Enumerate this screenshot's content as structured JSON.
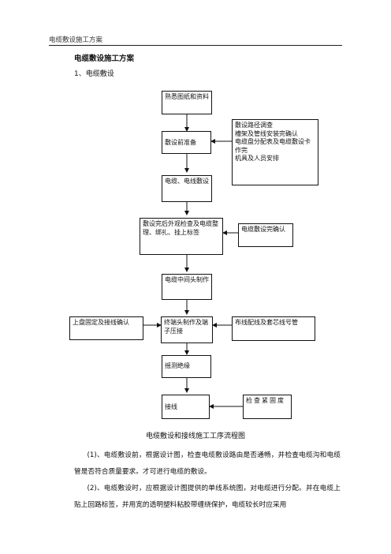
{
  "header": {
    "title": "电缆敷设施工方案"
  },
  "doc": {
    "title": "电缆敷设施工方案",
    "section": "1、电缆敷设"
  },
  "flow": {
    "step1": "熟悉图纸和资料",
    "step2": "敷设前准备",
    "step3": "电缆、电线敷设",
    "step4": "敷设完后外观检查及电缆整理、绑扎、挂上标签",
    "step5": "电缆中间头制作",
    "step6": "终端头制作及端子压接",
    "step7": "摇测绝缘",
    "step8": "接线",
    "prep_notes": [
      "敷设路径调查",
      "槽架及管线安装完确认",
      "电缆盘分配表及电缆敷设卡作完",
      "机具及人员安排"
    ],
    "side_confirm": "电缆敷设完确认",
    "side_fixing": "上盘固定及接线确认",
    "side_wiring": "布线配线及套芯线号管",
    "side_check": "检查紧固度"
  },
  "caption": "电缆敷设和接线施工工序流程图",
  "paragraphs": [
    "(1)、电缆敷设前，根据设计图，检查电缆敷设路由是否通畅，并检查电缆沟和电缆管是否符合质量要求。才可进行电缆的敷设。",
    "(2)、电缆敷设时，应根据设计图提供的单线系统图，对电缆进行分配。并在电缆上贴上回路标签，并用宽的透明塑料粘胶带缠绕保护，电缆较长时应采用"
  ]
}
